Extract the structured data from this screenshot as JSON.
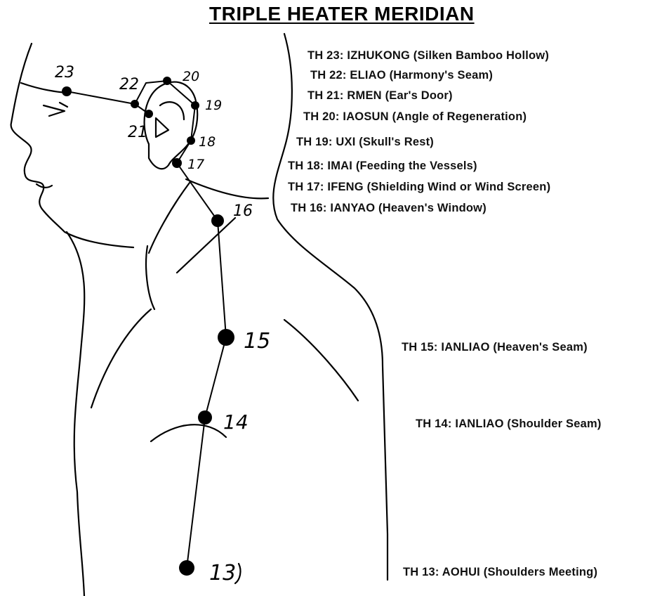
{
  "title": "TRIPLE HEATER MERIDIAN",
  "points": [
    {
      "number": "23",
      "label": "TH 23: IZHUKONG (Silken Bamboo Hollow)"
    },
    {
      "number": "22",
      "label": "TH 22: ELIAO (Harmony's Seam)"
    },
    {
      "number": "21",
      "label": "TH 21: RMEN (Ear's Door)"
    },
    {
      "number": "20",
      "label": "TH 20: IAOSUN (Angle of Regeneration)"
    },
    {
      "number": "19",
      "label": "TH 19: UXI (Skull's Rest)"
    },
    {
      "number": "18",
      "label": "TH 18: IMAI (Feeding the Vessels)"
    },
    {
      "number": "17",
      "label": "TH 17: IFENG (Shielding Wind or Wind Screen)"
    },
    {
      "number": "16",
      "label": "TH 16: IANYAO (Heaven's Window)"
    },
    {
      "number": "15",
      "label": "TH 15: IANLIAO (Heaven's Seam)"
    },
    {
      "number": "14",
      "label": "TH 14: IANLIAO (Shoulder Seam)"
    },
    {
      "number": "13",
      "label": "TH 13: AOHUI (Shoulders Meeting)"
    }
  ]
}
